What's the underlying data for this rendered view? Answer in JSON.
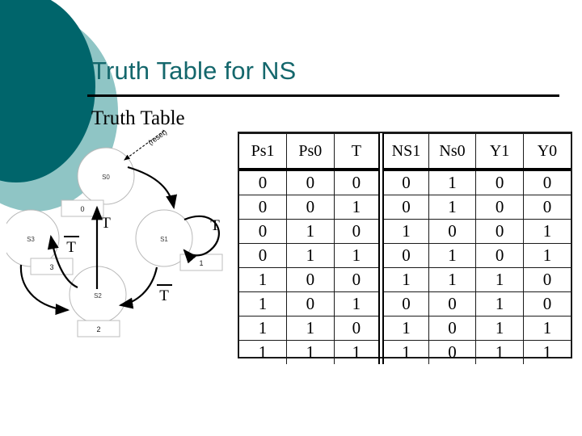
{
  "slide": {
    "title": "Truth Table for NS",
    "caption": "Truth Table",
    "accent_color": "#14676c",
    "deco_dark_color": "#00656b",
    "deco_light_color": "#8fc5c5"
  },
  "truth_table": {
    "headers": [
      "Ps1",
      "Ps0",
      "T",
      "NS1",
      "Ns0",
      "Y1",
      "Y0"
    ],
    "divider_after_column_index": 2,
    "rows": [
      [
        "0",
        "0",
        "0",
        "0",
        "1",
        "0",
        "0"
      ],
      [
        "0",
        "0",
        "1",
        "0",
        "1",
        "0",
        "0"
      ],
      [
        "0",
        "1",
        "0",
        "1",
        "0",
        "0",
        "1"
      ],
      [
        "0",
        "1",
        "1",
        "0",
        "1",
        "0",
        "1"
      ],
      [
        "1",
        "0",
        "0",
        "1",
        "1",
        "1",
        "0"
      ],
      [
        "1",
        "0",
        "1",
        "0",
        "0",
        "1",
        "0"
      ],
      [
        "1",
        "1",
        "0",
        "1",
        "0",
        "1",
        "1"
      ],
      [
        "1",
        "1",
        "1",
        "1",
        "0",
        "1",
        "1"
      ]
    ]
  },
  "state_diagram": {
    "reset_label": "(reset)",
    "states": [
      {
        "id": "S0",
        "name": "S0",
        "output_box": "0"
      },
      {
        "id": "S1",
        "name": "S1",
        "output_box": "1"
      },
      {
        "id": "S2",
        "name": "S2",
        "output_box": "2"
      },
      {
        "id": "S3",
        "name": "S3",
        "output_box": "3"
      }
    ],
    "transition_labels": {
      "s1_self_loop": "T",
      "s2_to_s0": "T",
      "s1_to_s2": "T",
      "s3_from_s2": "T"
    }
  }
}
